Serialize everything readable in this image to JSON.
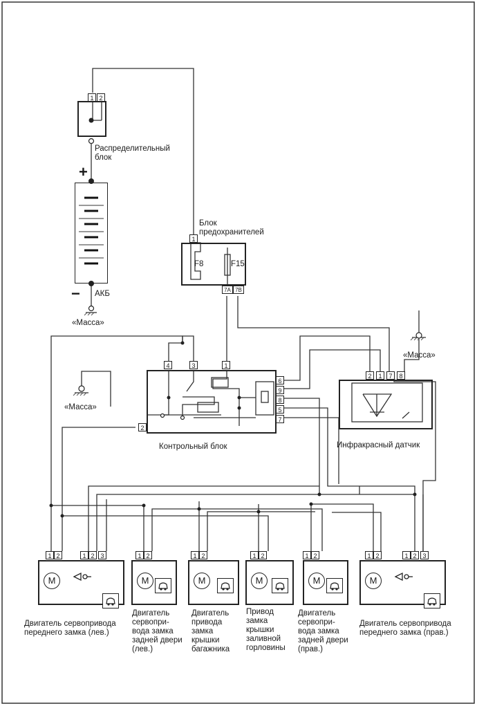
{
  "labels": {
    "distribution_block": "Распределительный\nблок",
    "plus": "+",
    "minus": "−",
    "battery": "АКБ",
    "ground": "«Масса»",
    "fuse_block": "Блок\nпредохранителей",
    "fuse_f8": "F8",
    "fuse_f15": "F15",
    "control_unit": "Контрольный блок",
    "ir_sensor": "Инфракрасный датчик",
    "m": "M"
  },
  "pins": {
    "distribution_block": [
      "1",
      "2"
    ],
    "fuse_top": [
      "1"
    ],
    "fuse_bottom": [
      "7A",
      "7B"
    ],
    "control_top": [
      "4",
      "3",
      "1"
    ],
    "control_left": [
      "2"
    ],
    "control_right": [
      "6",
      "9",
      "8",
      "5",
      "7"
    ],
    "ir_sensor": [
      "2",
      "1",
      "7",
      "8"
    ],
    "motor_2pin": [
      "1",
      "2"
    ],
    "motor_3pin": [
      "1",
      "2",
      "3"
    ]
  },
  "motors": [
    "Двигатель сервопривода\nпереднего замка (лев.)",
    "Двигатель\nсервопри-\nвода замка\nзадней двери\n(лев.)",
    "Двигатель\nпривода\nзамка\nкрышки\nбагажника",
    "Привод\nзамка\nкрышки\nзаливной\nгорловины",
    "Двигатель\nсервопри-\nвода замка\nзадней двери\n(прав.)",
    "Двигатель сервопривода\nпереднего замка (прав.)"
  ],
  "colors": {
    "line": "#222222",
    "background": "#ffffff"
  }
}
